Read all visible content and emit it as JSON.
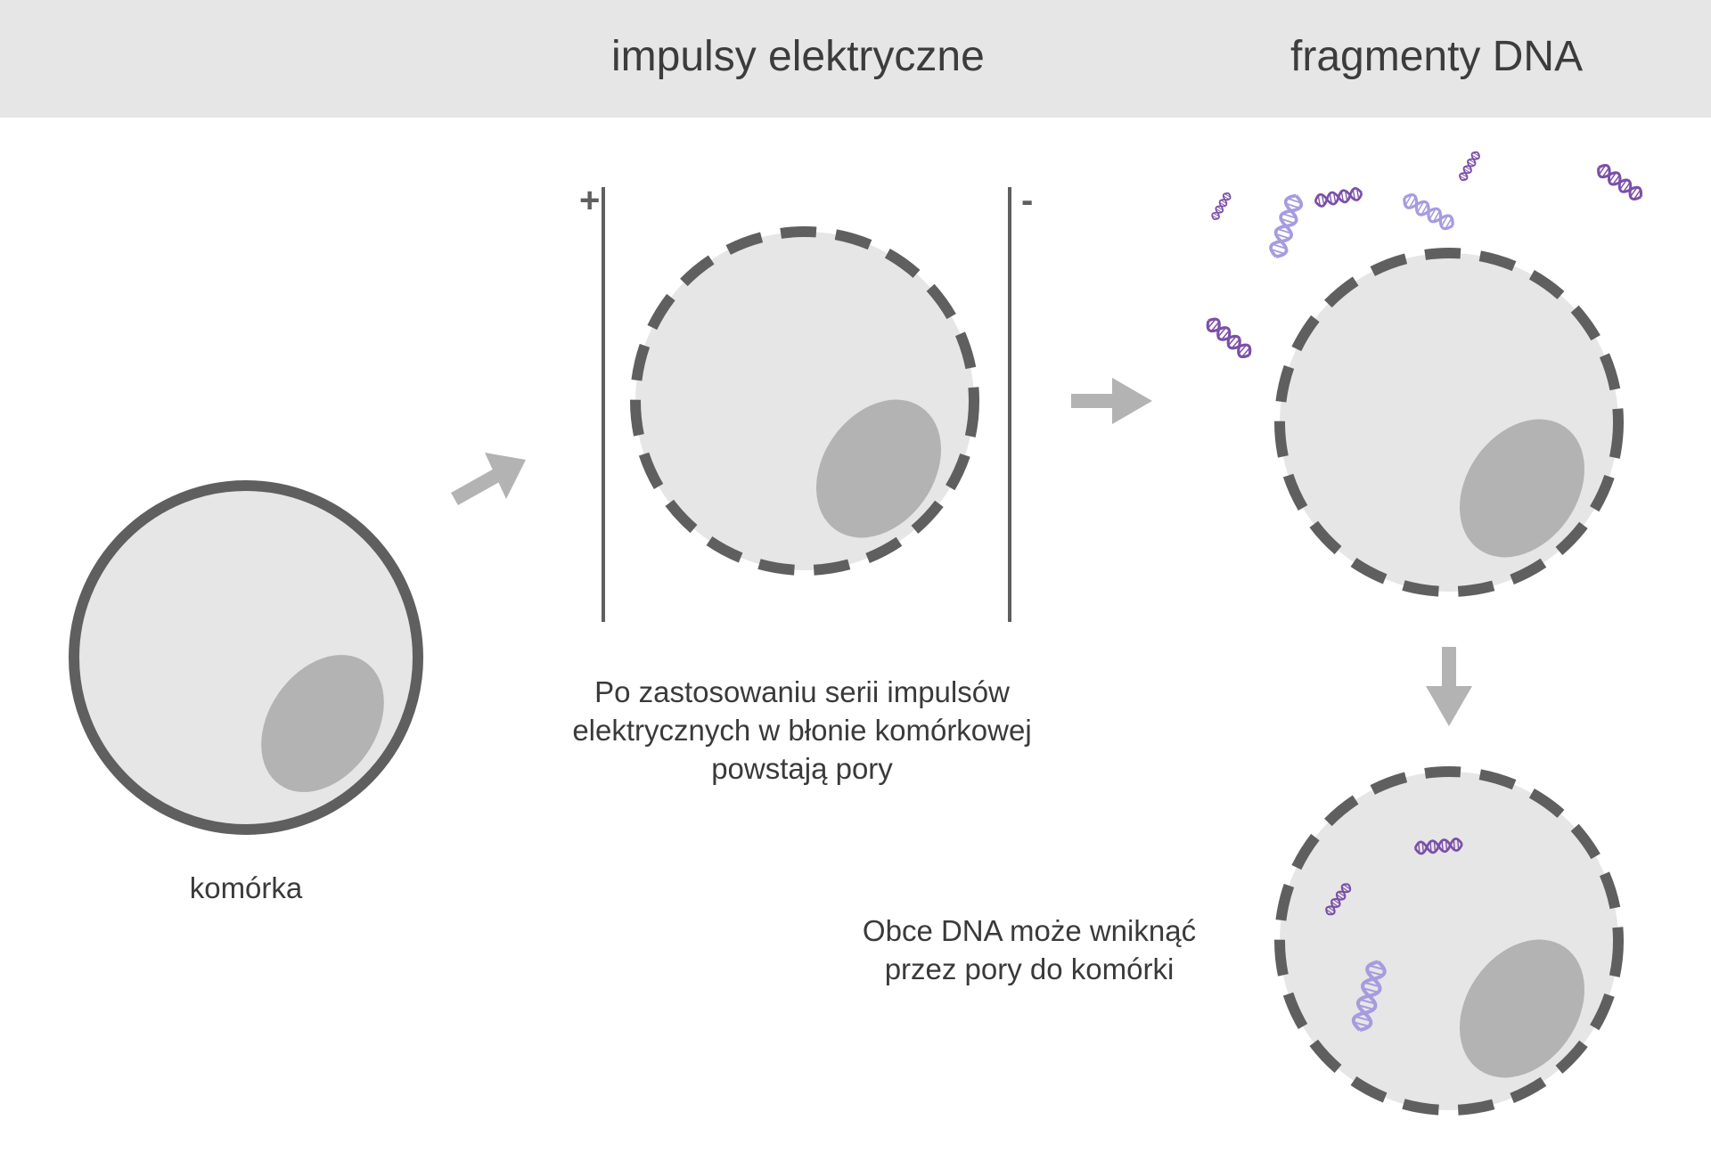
{
  "header": {
    "electric_pulses": "impulsy elektryczne",
    "dna_fragments": "fragmenty DNA"
  },
  "labels": {
    "cell": "komórka",
    "pores_caption_line1": "Po zastosowaniu serii impulsów",
    "pores_caption_line2": "elektrycznych w błonie komórkowej",
    "pores_caption_line3": "powstają pory",
    "foreign_dna_line1": "Obce DNA może wniknąć",
    "foreign_dna_line2": "przez pory do komórki",
    "electrode_plus": "+",
    "electrode_minus": "-"
  },
  "colors": {
    "header_bg": "#e6e6e6",
    "cell_fill": "#e6e6e6",
    "membrane": "#5f5f5f",
    "nucleus": "#b3b3b3",
    "arrow": "#b3b3b3",
    "dna_dark": "#7b4fa8",
    "dna_light": "#a79be0"
  }
}
